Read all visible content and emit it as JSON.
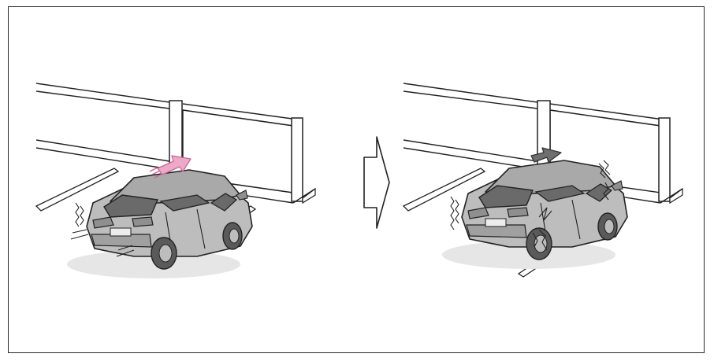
{
  "figure": {
    "panels": [
      {
        "id": "before",
        "description_label": "",
        "motion_arrow_color": "#f0a8c8"
      },
      {
        "id": "after",
        "description_label": "",
        "motion_arrow_color": "#6f6f6f"
      }
    ],
    "transition_arrow": "right-arrow-outline",
    "colors": {
      "car_body": "#bdbdbd",
      "car_dark": "#8f8f8f",
      "car_window": "#6a6a6a",
      "tire": "#5a5a5a",
      "line": "#222222",
      "fence_fill": "#ffffff"
    }
  }
}
